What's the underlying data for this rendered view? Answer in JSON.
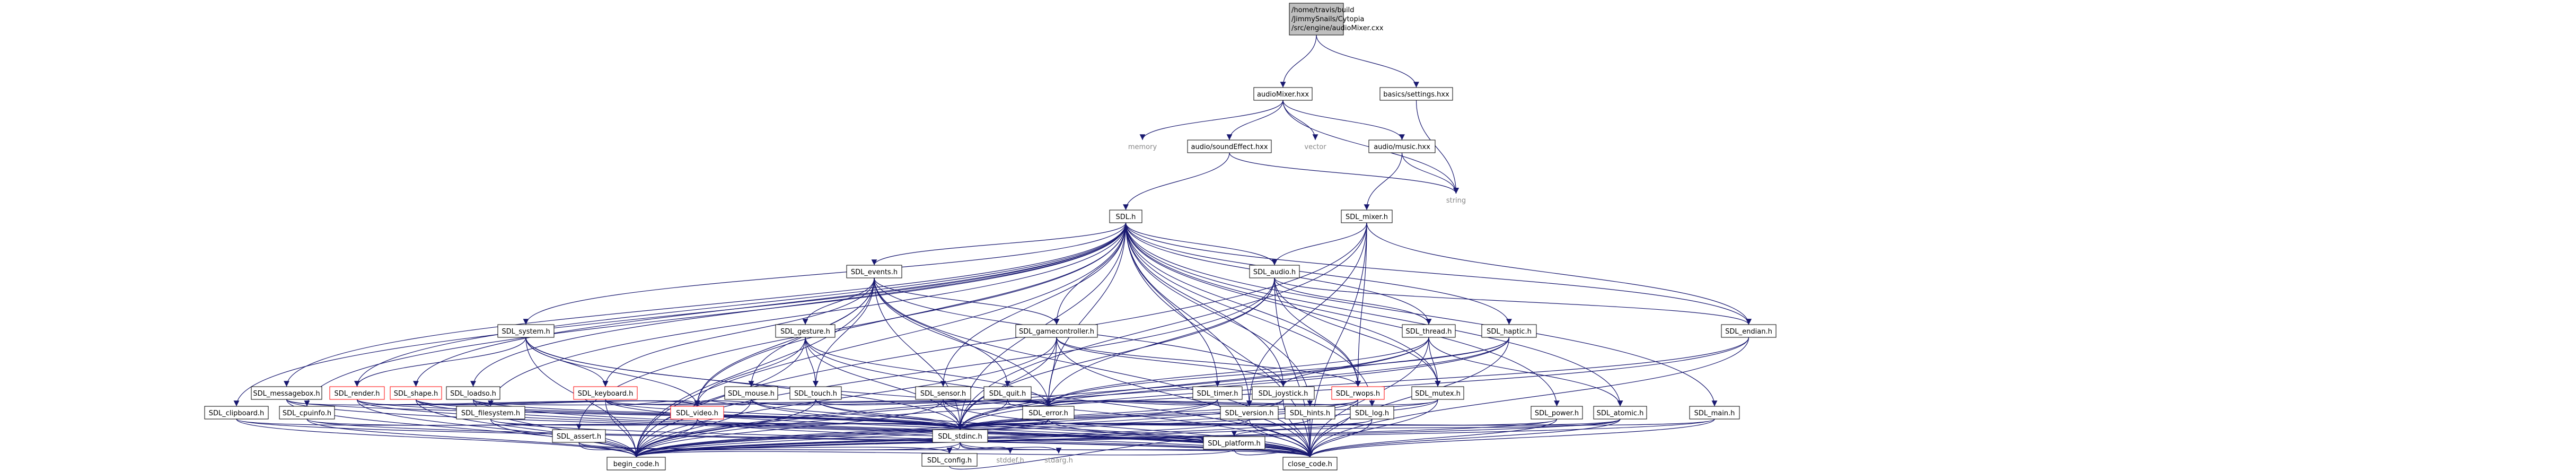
{
  "diagram": {
    "type": "include-dependency-graph",
    "root": "/home/travis/build/JimmySnails/Cytopia/src/engine/audioMixer.cxx",
    "colors": {
      "edge": "#191970",
      "root_fill": "#bfbfbf",
      "red_border": "#ff0000",
      "plain_text": "#888888"
    },
    "nodes": [
      {
        "id": "root",
        "label": "/home/travis/build/JimmySnails/Cytopia/src/engine/audioMixer.cxx",
        "kind": "root"
      },
      {
        "id": "audiomixer_hxx",
        "label": "audioMixer.hxx",
        "kind": "normal"
      },
      {
        "id": "basics_settings_hxx",
        "label": "basics/settings.hxx",
        "kind": "normal"
      },
      {
        "id": "memory",
        "label": "memory",
        "kind": "plain"
      },
      {
        "id": "audio_soundeffect_hxx",
        "label": "audio/soundEffect.hxx",
        "kind": "normal"
      },
      {
        "id": "vector",
        "label": "vector",
        "kind": "plain"
      },
      {
        "id": "audio_music_hxx",
        "label": "audio/music.hxx",
        "kind": "normal"
      },
      {
        "id": "string",
        "label": "string",
        "kind": "plain"
      },
      {
        "id": "sdl_h",
        "label": "SDL.h",
        "kind": "normal"
      },
      {
        "id": "sdl_mixer_h",
        "label": "SDL_mixer.h",
        "kind": "normal"
      },
      {
        "id": "sdl_events_h",
        "label": "SDL_events.h",
        "kind": "normal"
      },
      {
        "id": "sdl_audio_h",
        "label": "SDL_audio.h",
        "kind": "normal"
      },
      {
        "id": "sdl_system_h",
        "label": "SDL_system.h",
        "kind": "normal"
      },
      {
        "id": "sdl_gesture_h",
        "label": "SDL_gesture.h",
        "kind": "normal"
      },
      {
        "id": "sdl_gamecontroller_h",
        "label": "SDL_gamecontroller.h",
        "kind": "normal"
      },
      {
        "id": "sdl_thread_h",
        "label": "SDL_thread.h",
        "kind": "normal"
      },
      {
        "id": "sdl_haptic_h",
        "label": "SDL_haptic.h",
        "kind": "normal"
      },
      {
        "id": "sdl_endian_h",
        "label": "SDL_endian.h",
        "kind": "normal"
      },
      {
        "id": "sdl_messagebox_h",
        "label": "SDL_messagebox.h",
        "kind": "normal"
      },
      {
        "id": "sdl_render_h",
        "label": "SDL_render.h",
        "kind": "red"
      },
      {
        "id": "sdl_shape_h",
        "label": "SDL_shape.h",
        "kind": "red"
      },
      {
        "id": "sdl_loadso_h",
        "label": "SDL_loadso.h",
        "kind": "normal"
      },
      {
        "id": "sdl_keyboard_h",
        "label": "SDL_keyboard.h",
        "kind": "red"
      },
      {
        "id": "sdl_mouse_h",
        "label": "SDL_mouse.h",
        "kind": "normal"
      },
      {
        "id": "sdl_touch_h",
        "label": "SDL_touch.h",
        "kind": "normal"
      },
      {
        "id": "sdl_sensor_h",
        "label": "SDL_sensor.h",
        "kind": "normal"
      },
      {
        "id": "sdl_quit_h",
        "label": "SDL_quit.h",
        "kind": "normal"
      },
      {
        "id": "sdl_timer_h",
        "label": "SDL_timer.h",
        "kind": "normal"
      },
      {
        "id": "sdl_joystick_h",
        "label": "SDL_joystick.h",
        "kind": "normal"
      },
      {
        "id": "sdl_rwops_h",
        "label": "SDL_rwops.h",
        "kind": "red"
      },
      {
        "id": "sdl_mutex_h",
        "label": "SDL_mutex.h",
        "kind": "normal"
      },
      {
        "id": "sdl_video_h",
        "label": "SDL_video.h",
        "kind": "red"
      },
      {
        "id": "sdl_error_h",
        "label": "SDL_error.h",
        "kind": "normal"
      },
      {
        "id": "sdl_clipboard_h",
        "label": "SDL_clipboard.h",
        "kind": "normal"
      },
      {
        "id": "sdl_cpuinfo_h",
        "label": "SDL_cpuinfo.h",
        "kind": "normal"
      },
      {
        "id": "sdl_filesystem_h",
        "label": "SDL_filesystem.h",
        "kind": "normal"
      },
      {
        "id": "sdl_version_h",
        "label": "SDL_version.h",
        "kind": "normal"
      },
      {
        "id": "sdl_hints_h",
        "label": "SDL_hints.h",
        "kind": "normal"
      },
      {
        "id": "sdl_log_h",
        "label": "SDL_log.h",
        "kind": "normal"
      },
      {
        "id": "sdl_power_h",
        "label": "SDL_power.h",
        "kind": "normal"
      },
      {
        "id": "sdl_atomic_h",
        "label": "SDL_atomic.h",
        "kind": "normal"
      },
      {
        "id": "sdl_main_h",
        "label": "SDL_main.h",
        "kind": "normal"
      },
      {
        "id": "sdl_stdinc_h",
        "label": "SDL_stdinc.h",
        "kind": "normal"
      },
      {
        "id": "sdl_assert_h",
        "label": "SDL_assert.h",
        "kind": "normal"
      },
      {
        "id": "sdl_config_h",
        "label": "SDL_config.h",
        "kind": "normal"
      },
      {
        "id": "stddef_h",
        "label": "stddef.h",
        "kind": "plain"
      },
      {
        "id": "stdarg_h",
        "label": "stdarg.h",
        "kind": "plain"
      },
      {
        "id": "sdl_platform_h",
        "label": "SDL_platform.h",
        "kind": "normal"
      },
      {
        "id": "begin_code_h",
        "label": "begin_code.h",
        "kind": "normal"
      },
      {
        "id": "close_code_h",
        "label": "close_code.h",
        "kind": "normal"
      }
    ],
    "edges": [
      [
        "root",
        "audiomixer_hxx"
      ],
      [
        "root",
        "basics_settings_hxx"
      ],
      [
        "audiomixer_hxx",
        "memory"
      ],
      [
        "audiomixer_hxx",
        "audio_soundeffect_hxx"
      ],
      [
        "audiomixer_hxx",
        "vector"
      ],
      [
        "audiomixer_hxx",
        "audio_music_hxx"
      ],
      [
        "audiomixer_hxx",
        "string"
      ],
      [
        "basics_settings_hxx",
        "string"
      ],
      [
        "audio_soundeffect_hxx",
        "sdl_h"
      ],
      [
        "audio_soundeffect_hxx",
        "string"
      ],
      [
        "audio_music_hxx",
        "sdl_mixer_h"
      ],
      [
        "audio_music_hxx",
        "string"
      ],
      [
        "sdl_mixer_h",
        "sdl_stdinc_h"
      ],
      [
        "sdl_mixer_h",
        "sdl_rwops_h"
      ],
      [
        "sdl_mixer_h",
        "sdl_audio_h"
      ],
      [
        "sdl_mixer_h",
        "sdl_endian_h"
      ],
      [
        "sdl_mixer_h",
        "sdl_version_h"
      ],
      [
        "sdl_mixer_h",
        "begin_code_h"
      ],
      [
        "sdl_mixer_h",
        "close_code_h"
      ],
      [
        "sdl_h",
        "sdl_main_h"
      ],
      [
        "sdl_h",
        "sdl_stdinc_h"
      ],
      [
        "sdl_h",
        "sdl_assert_h"
      ],
      [
        "sdl_h",
        "sdl_atomic_h"
      ],
      [
        "sdl_h",
        "sdl_audio_h"
      ],
      [
        "sdl_h",
        "sdl_clipboard_h"
      ],
      [
        "sdl_h",
        "sdl_cpuinfo_h"
      ],
      [
        "sdl_h",
        "sdl_endian_h"
      ],
      [
        "sdl_h",
        "sdl_error_h"
      ],
      [
        "sdl_h",
        "sdl_events_h"
      ],
      [
        "sdl_h",
        "sdl_filesystem_h"
      ],
      [
        "sdl_h",
        "sdl_gamecontroller_h"
      ],
      [
        "sdl_h",
        "sdl_haptic_h"
      ],
      [
        "sdl_h",
        "sdl_hints_h"
      ],
      [
        "sdl_h",
        "sdl_joystick_h"
      ],
      [
        "sdl_h",
        "sdl_loadso_h"
      ],
      [
        "sdl_h",
        "sdl_log_h"
      ],
      [
        "sdl_h",
        "sdl_messagebox_h"
      ],
      [
        "sdl_h",
        "sdl_mutex_h"
      ],
      [
        "sdl_h",
        "sdl_power_h"
      ],
      [
        "sdl_h",
        "sdl_render_h"
      ],
      [
        "sdl_h",
        "sdl_rwops_h"
      ],
      [
        "sdl_h",
        "sdl_sensor_h"
      ],
      [
        "sdl_h",
        "sdl_shape_h"
      ],
      [
        "sdl_h",
        "sdl_system_h"
      ],
      [
        "sdl_h",
        "sdl_thread_h"
      ],
      [
        "sdl_h",
        "sdl_timer_h"
      ],
      [
        "sdl_h",
        "sdl_version_h"
      ],
      [
        "sdl_h",
        "sdl_video_h"
      ],
      [
        "sdl_h",
        "begin_code_h"
      ],
      [
        "sdl_h",
        "close_code_h"
      ],
      [
        "sdl_events_h",
        "sdl_stdinc_h"
      ],
      [
        "sdl_events_h",
        "sdl_error_h"
      ],
      [
        "sdl_events_h",
        "sdl_video_h"
      ],
      [
        "sdl_events_h",
        "sdl_keyboard_h"
      ],
      [
        "sdl_events_h",
        "sdl_mouse_h"
      ],
      [
        "sdl_events_h",
        "sdl_joystick_h"
      ],
      [
        "sdl_events_h",
        "sdl_gamecontroller_h"
      ],
      [
        "sdl_events_h",
        "sdl_quit_h"
      ],
      [
        "sdl_events_h",
        "sdl_gesture_h"
      ],
      [
        "sdl_events_h",
        "sdl_touch_h"
      ],
      [
        "sdl_events_h",
        "begin_code_h"
      ],
      [
        "sdl_events_h",
        "close_code_h"
      ],
      [
        "sdl_audio_h",
        "sdl_stdinc_h"
      ],
      [
        "sdl_audio_h",
        "sdl_error_h"
      ],
      [
        "sdl_audio_h",
        "sdl_endian_h"
      ],
      [
        "sdl_audio_h",
        "sdl_mutex_h"
      ],
      [
        "sdl_audio_h",
        "sdl_thread_h"
      ],
      [
        "sdl_audio_h",
        "sdl_rwops_h"
      ],
      [
        "sdl_audio_h",
        "begin_code_h"
      ],
      [
        "sdl_audio_h",
        "close_code_h"
      ],
      [
        "sdl_system_h",
        "sdl_stdinc_h"
      ],
      [
        "sdl_system_h",
        "sdl_keyboard_h"
      ],
      [
        "sdl_system_h",
        "sdl_render_h"
      ],
      [
        "sdl_system_h",
        "sdl_video_h"
      ],
      [
        "sdl_system_h",
        "begin_code_h"
      ],
      [
        "sdl_system_h",
        "close_code_h"
      ],
      [
        "sdl_gesture_h",
        "sdl_stdinc_h"
      ],
      [
        "sdl_gesture_h",
        "sdl_error_h"
      ],
      [
        "sdl_gesture_h",
        "sdl_video_h"
      ],
      [
        "sdl_gesture_h",
        "sdl_touch_h"
      ],
      [
        "sdl_gesture_h",
        "begin_code_h"
      ],
      [
        "sdl_gesture_h",
        "close_code_h"
      ],
      [
        "sdl_gamecontroller_h",
        "sdl_stdinc_h"
      ],
      [
        "sdl_gamecontroller_h",
        "sdl_error_h"
      ],
      [
        "sdl_gamecontroller_h",
        "sdl_rwops_h"
      ],
      [
        "sdl_gamecontroller_h",
        "sdl_joystick_h"
      ],
      [
        "sdl_gamecontroller_h",
        "begin_code_h"
      ],
      [
        "sdl_gamecontroller_h",
        "close_code_h"
      ],
      [
        "sdl_thread_h",
        "sdl_stdinc_h"
      ],
      [
        "sdl_thread_h",
        "sdl_error_h"
      ],
      [
        "sdl_thread_h",
        "sdl_atomic_h"
      ],
      [
        "sdl_thread_h",
        "sdl_mutex_h"
      ],
      [
        "sdl_thread_h",
        "begin_code_h"
      ],
      [
        "sdl_thread_h",
        "close_code_h"
      ],
      [
        "sdl_haptic_h",
        "sdl_stdinc_h"
      ],
      [
        "sdl_haptic_h",
        "sdl_error_h"
      ],
      [
        "sdl_haptic_h",
        "sdl_joystick_h"
      ],
      [
        "sdl_haptic_h",
        "begin_code_h"
      ],
      [
        "sdl_haptic_h",
        "close_code_h"
      ],
      [
        "sdl_endian_h",
        "sdl_stdinc_h"
      ],
      [
        "sdl_endian_h",
        "begin_code_h"
      ],
      [
        "sdl_endian_h",
        "close_code_h"
      ],
      [
        "sdl_messagebox_h",
        "sdl_stdinc_h"
      ],
      [
        "sdl_messagebox_h",
        "sdl_video_h"
      ],
      [
        "sdl_messagebox_h",
        "begin_code_h"
      ],
      [
        "sdl_messagebox_h",
        "close_code_h"
      ],
      [
        "sdl_render_h",
        "sdl_stdinc_h"
      ],
      [
        "sdl_render_h",
        "sdl_video_h"
      ],
      [
        "sdl_render_h",
        "begin_code_h"
      ],
      [
        "sdl_render_h",
        "close_code_h"
      ],
      [
        "sdl_shape_h",
        "sdl_stdinc_h"
      ],
      [
        "sdl_shape_h",
        "sdl_video_h"
      ],
      [
        "sdl_shape_h",
        "begin_code_h"
      ],
      [
        "sdl_shape_h",
        "close_code_h"
      ],
      [
        "sdl_loadso_h",
        "sdl_stdinc_h"
      ],
      [
        "sdl_loadso_h",
        "sdl_error_h"
      ],
      [
        "sdl_loadso_h",
        "begin_code_h"
      ],
      [
        "sdl_loadso_h",
        "close_code_h"
      ],
      [
        "sdl_keyboard_h",
        "sdl_stdinc_h"
      ],
      [
        "sdl_keyboard_h",
        "sdl_error_h"
      ],
      [
        "sdl_keyboard_h",
        "sdl_video_h"
      ],
      [
        "sdl_keyboard_h",
        "begin_code_h"
      ],
      [
        "sdl_keyboard_h",
        "close_code_h"
      ],
      [
        "sdl_mouse_h",
        "sdl_stdinc_h"
      ],
      [
        "sdl_mouse_h",
        "sdl_error_h"
      ],
      [
        "sdl_mouse_h",
        "sdl_video_h"
      ],
      [
        "sdl_mouse_h",
        "begin_code_h"
      ],
      [
        "sdl_mouse_h",
        "close_code_h"
      ],
      [
        "sdl_touch_h",
        "sdl_stdinc_h"
      ],
      [
        "sdl_touch_h",
        "sdl_error_h"
      ],
      [
        "sdl_touch_h",
        "sdl_video_h"
      ],
      [
        "sdl_touch_h",
        "begin_code_h"
      ],
      [
        "sdl_touch_h",
        "close_code_h"
      ],
      [
        "sdl_sensor_h",
        "sdl_stdinc_h"
      ],
      [
        "sdl_sensor_h",
        "sdl_error_h"
      ],
      [
        "sdl_sensor_h",
        "begin_code_h"
      ],
      [
        "sdl_sensor_h",
        "close_code_h"
      ],
      [
        "sdl_quit_h",
        "sdl_stdinc_h"
      ],
      [
        "sdl_quit_h",
        "sdl_error_h"
      ],
      [
        "sdl_timer_h",
        "sdl_stdinc_h"
      ],
      [
        "sdl_timer_h",
        "sdl_error_h"
      ],
      [
        "sdl_timer_h",
        "begin_code_h"
      ],
      [
        "sdl_timer_h",
        "close_code_h"
      ],
      [
        "sdl_joystick_h",
        "sdl_stdinc_h"
      ],
      [
        "sdl_joystick_h",
        "sdl_error_h"
      ],
      [
        "sdl_joystick_h",
        "begin_code_h"
      ],
      [
        "sdl_joystick_h",
        "close_code_h"
      ],
      [
        "sdl_rwops_h",
        "sdl_stdinc_h"
      ],
      [
        "sdl_rwops_h",
        "sdl_error_h"
      ],
      [
        "sdl_rwops_h",
        "begin_code_h"
      ],
      [
        "sdl_rwops_h",
        "close_code_h"
      ],
      [
        "sdl_mutex_h",
        "sdl_stdinc_h"
      ],
      [
        "sdl_mutex_h",
        "sdl_error_h"
      ],
      [
        "sdl_mutex_h",
        "begin_code_h"
      ],
      [
        "sdl_mutex_h",
        "close_code_h"
      ],
      [
        "sdl_video_h",
        "sdl_stdinc_h"
      ],
      [
        "sdl_video_h",
        "begin_code_h"
      ],
      [
        "sdl_video_h",
        "close_code_h"
      ],
      [
        "sdl_error_h",
        "sdl_stdinc_h"
      ],
      [
        "sdl_error_h",
        "begin_code_h"
      ],
      [
        "sdl_error_h",
        "close_code_h"
      ],
      [
        "sdl_clipboard_h",
        "sdl_stdinc_h"
      ],
      [
        "sdl_clipboard_h",
        "begin_code_h"
      ],
      [
        "sdl_clipboard_h",
        "close_code_h"
      ],
      [
        "sdl_cpuinfo_h",
        "sdl_stdinc_h"
      ],
      [
        "sdl_cpuinfo_h",
        "begin_code_h"
      ],
      [
        "sdl_cpuinfo_h",
        "close_code_h"
      ],
      [
        "sdl_filesystem_h",
        "sdl_stdinc_h"
      ],
      [
        "sdl_filesystem_h",
        "begin_code_h"
      ],
      [
        "sdl_filesystem_h",
        "close_code_h"
      ],
      [
        "sdl_version_h",
        "sdl_stdinc_h"
      ],
      [
        "sdl_version_h",
        "begin_code_h"
      ],
      [
        "sdl_version_h",
        "close_code_h"
      ],
      [
        "sdl_hints_h",
        "sdl_stdinc_h"
      ],
      [
        "sdl_hints_h",
        "begin_code_h"
      ],
      [
        "sdl_hints_h",
        "close_code_h"
      ],
      [
        "sdl_log_h",
        "sdl_stdinc_h"
      ],
      [
        "sdl_log_h",
        "begin_code_h"
      ],
      [
        "sdl_log_h",
        "close_code_h"
      ],
      [
        "sdl_power_h",
        "sdl_stdinc_h"
      ],
      [
        "sdl_power_h",
        "begin_code_h"
      ],
      [
        "sdl_power_h",
        "close_code_h"
      ],
      [
        "sdl_atomic_h",
        "sdl_stdinc_h"
      ],
      [
        "sdl_atomic_h",
        "sdl_platform_h"
      ],
      [
        "sdl_atomic_h",
        "begin_code_h"
      ],
      [
        "sdl_atomic_h",
        "close_code_h"
      ],
      [
        "sdl_main_h",
        "sdl_stdinc_h"
      ],
      [
        "sdl_main_h",
        "begin_code_h"
      ],
      [
        "sdl_main_h",
        "close_code_h"
      ],
      [
        "sdl_assert_h",
        "sdl_config_h"
      ],
      [
        "sdl_assert_h",
        "begin_code_h"
      ],
      [
        "sdl_assert_h",
        "close_code_h"
      ],
      [
        "sdl_stdinc_h",
        "sdl_config_h"
      ],
      [
        "sdl_stdinc_h",
        "stddef_h"
      ],
      [
        "sdl_stdinc_h",
        "stdarg_h"
      ],
      [
        "sdl_stdinc_h",
        "begin_code_h"
      ],
      [
        "sdl_stdinc_h",
        "close_code_h"
      ],
      [
        "sdl_config_h",
        "sdl_platform_h"
      ],
      [
        "sdl_platform_h",
        "begin_code_h"
      ],
      [
        "sdl_platform_h",
        "close_code_h"
      ]
    ]
  }
}
